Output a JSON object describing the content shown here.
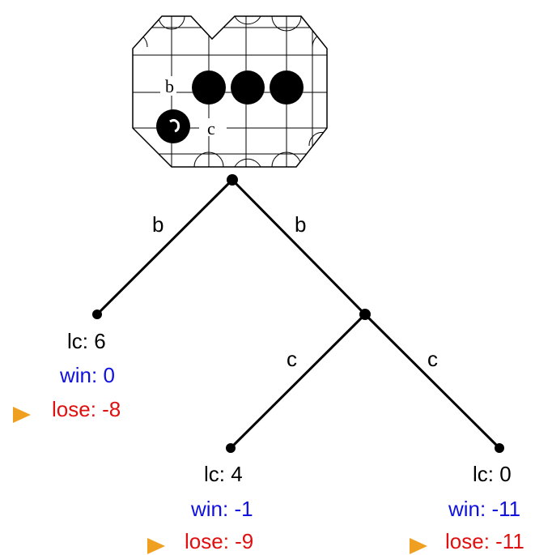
{
  "board": {
    "labels": {
      "b": "b",
      "c": "c"
    }
  },
  "edges": {
    "root_left": "b",
    "root_right": "b",
    "mid_left": "c",
    "mid_right": "c"
  },
  "nodes": {
    "left": {
      "lc": "lc: 6",
      "win": "win: 0",
      "lose": "lose: -8",
      "marked": true
    },
    "bottom_left": {
      "lc": "lc: 4",
      "win": "win: -1",
      "lose": "lose: -9",
      "marked": true
    },
    "bottom_right": {
      "lc": "lc: 0",
      "win": "win: -11",
      "lose": "lose: -11",
      "marked": true
    }
  },
  "colors": {
    "win": "#1010e0",
    "lose": "#e01010",
    "marker": "#f0a020"
  }
}
